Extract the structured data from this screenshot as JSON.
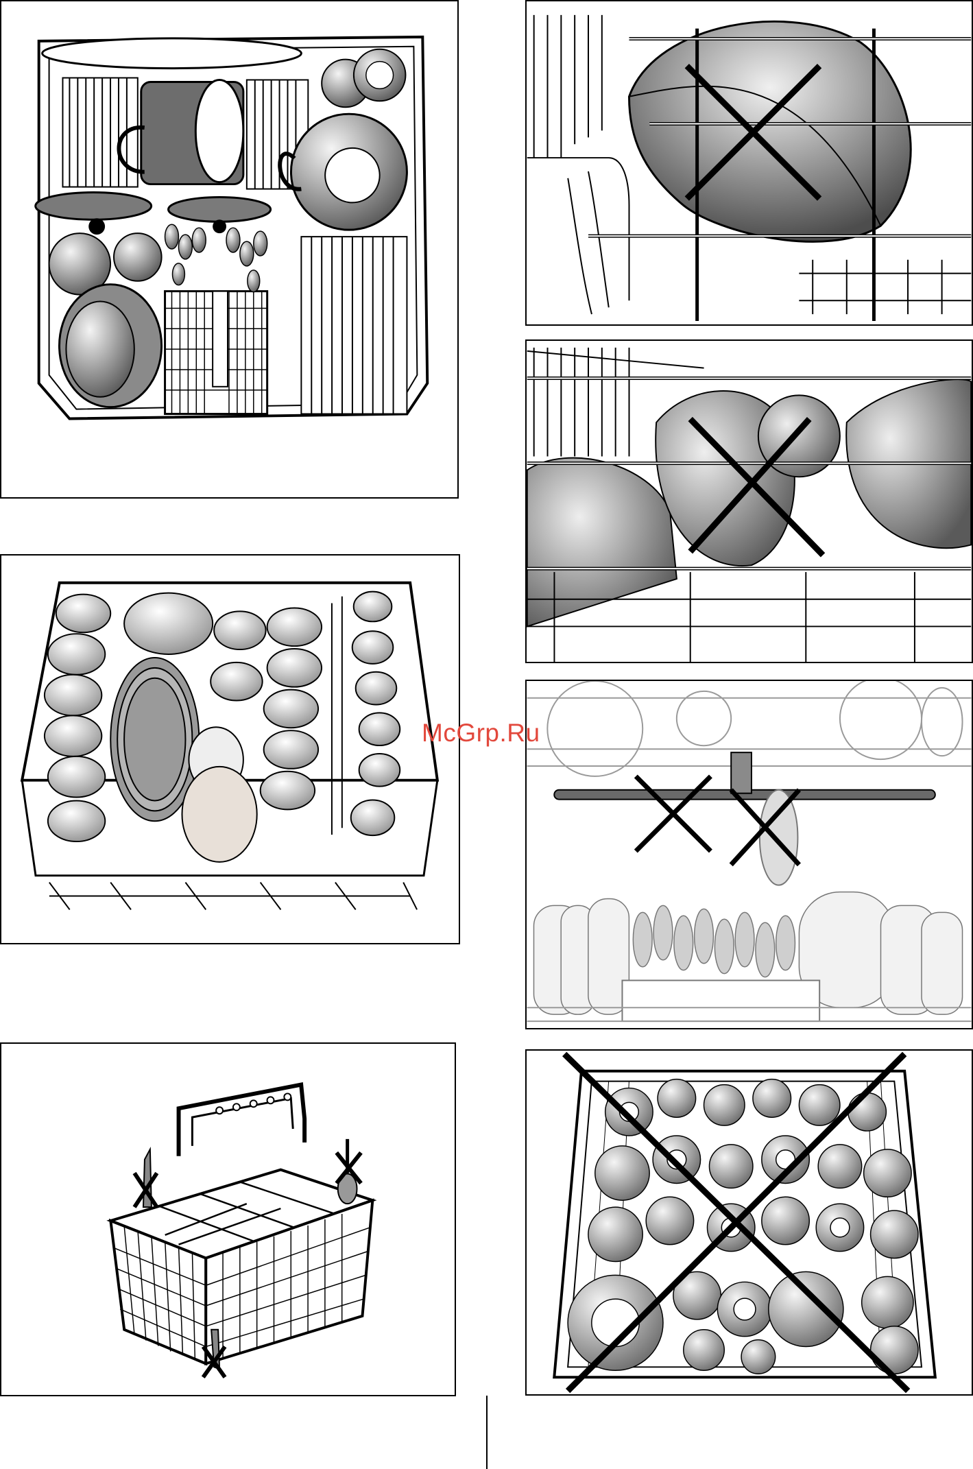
{
  "watermark": {
    "text": "McGrp.Ru",
    "color": "#e2483c"
  },
  "panels": [
    {
      "id": "top-left",
      "depicts": "lower-rack-loaded-correctly"
    },
    {
      "id": "middle-left",
      "depicts": "upper-rack-loaded-correctly"
    },
    {
      "id": "bottom-left",
      "depicts": "cutlery-basket-wrong-placement"
    },
    {
      "id": "top-right",
      "depicts": "large-bowl-blocking-rack-wrong"
    },
    {
      "id": "mid-right",
      "depicts": "bowls-misplaced-wrong"
    },
    {
      "id": "lower-right",
      "depicts": "spray-arm-blocked-wrong"
    },
    {
      "id": "bottom-right",
      "depicts": "overloaded-rack-wrong"
    }
  ],
  "icons": {
    "wrong_mark": "x-mark-icon",
    "crossed_out": "cross-out-icon"
  }
}
